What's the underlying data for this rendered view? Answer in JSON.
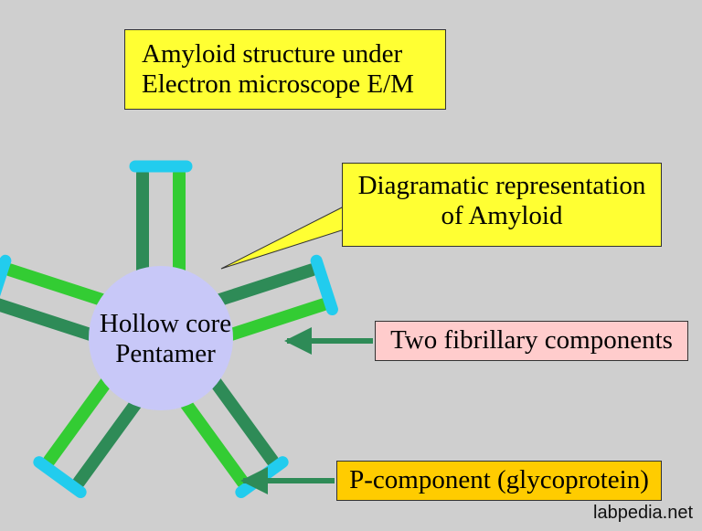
{
  "title": {
    "line1": "Amyloid structure  under",
    "line2": "Electron microscope E/M"
  },
  "callout": {
    "line1": "Diagramatic representation",
    "line2": "of Amyloid"
  },
  "core": {
    "line1": "Hollow core",
    "line2": "Pentamer"
  },
  "labels": {
    "fibrillary": "Two fibrillary components",
    "p_component": "P-component (glycoprotein)"
  },
  "watermark": "labpedia.net",
  "colors": {
    "background": "#cfcfcf",
    "core": "#c8c8f8",
    "fibril_light": "#33cc33",
    "fibril_dark": "#2e8b57",
    "p_component": "#22ccee",
    "arrow": "#2e8b57",
    "yellow_box": "#ffff33",
    "pink_box": "#ffcccc",
    "orange_box": "#ffcc00"
  }
}
